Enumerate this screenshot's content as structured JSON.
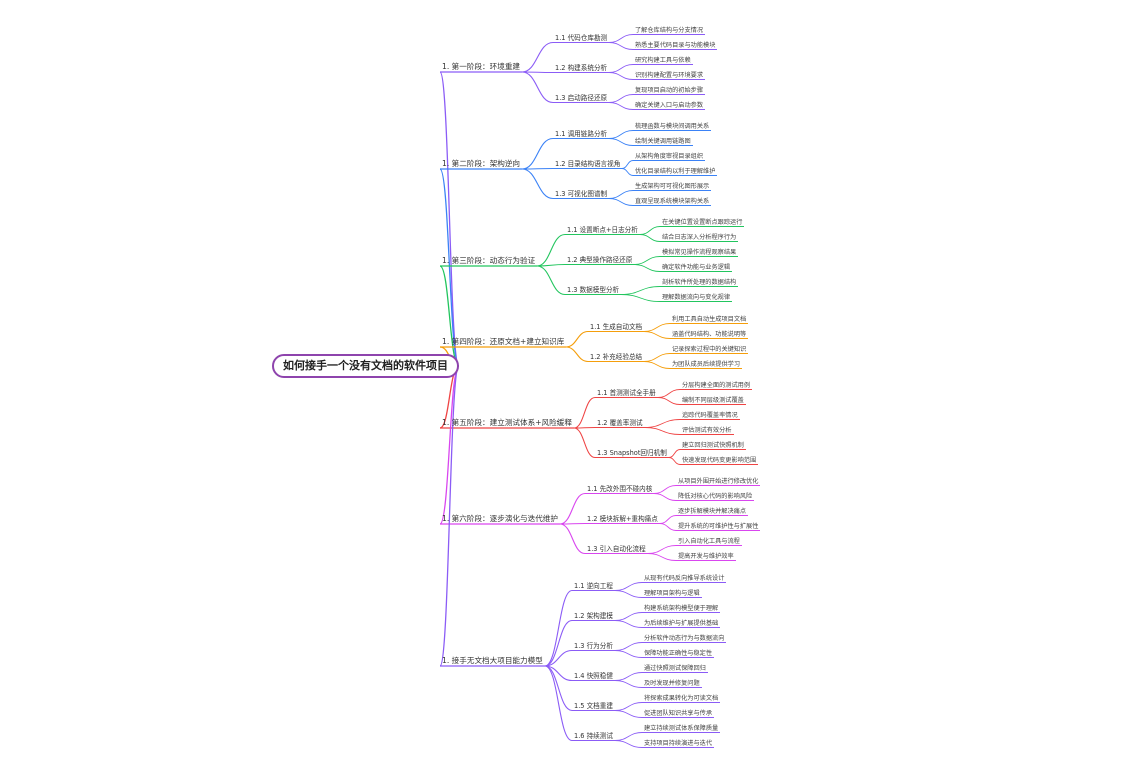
{
  "root": {
    "label": "如何接手一个没有文档的软件项目"
  },
  "branches": [
    {
      "label": "1. 第一阶段：环境重建",
      "color": "#8b5cf6",
      "children": [
        {
          "label": "1.1 代码仓库勘测",
          "leaves": [
            "了解仓库结构与分支情况",
            "熟悉主要代码目录与功能模块"
          ]
        },
        {
          "label": "1.2 构建系统分析",
          "leaves": [
            "研究构建工具与依赖",
            "识别构建配置与环境要求"
          ]
        },
        {
          "label": "1.3 启动路径还原",
          "leaves": [
            "复现项目启动的初始步骤",
            "确定关键入口与启动参数"
          ]
        }
      ]
    },
    {
      "label": "1. 第二阶段：架构逆向",
      "color": "#3b82f6",
      "children": [
        {
          "label": "1.1 调用链路分析",
          "leaves": [
            "梳理函数与模块间调用关系",
            "绘制关键调用链路图"
          ]
        },
        {
          "label": "1.2 目录结构语言视角",
          "leaves": [
            "从架构角度审视目录组织",
            "优化目录结构以利于理解维护"
          ]
        },
        {
          "label": "1.3 可视化图谱制",
          "leaves": [
            "生成架构可可视化图形展示",
            "直观呈现系统模块架构关系"
          ]
        }
      ]
    },
    {
      "label": "1. 第三阶段：动态行为验证",
      "color": "#22c55e",
      "children": [
        {
          "label": "1.1 设置断点+日志分析",
          "leaves": [
            "在关键位置设置断点跟踪运行",
            "结合日志深入分析程序行为"
          ]
        },
        {
          "label": "1.2 典型操作路径还原",
          "leaves": [
            "模拟常见操作流程观察结果",
            "确定软件功能与业务逻辑"
          ]
        },
        {
          "label": "1.3 数据模型分析",
          "leaves": [
            "剖析软件所处理的数据结构",
            "理解数据流向与变化规律"
          ]
        }
      ]
    },
    {
      "label": "1. 第四阶段：还原文档+建立知识库",
      "color": "#f59e0b",
      "children": [
        {
          "label": "1.1 生成自动文档",
          "leaves": [
            "利用工具自动生成项目文档",
            "涵盖代码结构、功能说明等"
          ]
        },
        {
          "label": "1.2 补充经验总结",
          "leaves": [
            "记录探索过程中的关键知识",
            "为团队成员后续提供学习"
          ]
        }
      ]
    },
    {
      "label": "1. 第五阶段：建立测试体系+风险缓释",
      "color": "#ef4444",
      "children": [
        {
          "label": "1.1 首测测试全手册",
          "leaves": [
            "分层构建全面的测试用例",
            "编制不同层级测试覆盖"
          ]
        },
        {
          "label": "1.2 覆盖率测试",
          "leaves": [
            "追踪代码覆盖率情况",
            "评估测试有效分析"
          ]
        },
        {
          "label": "1.3 Snapshot回归机制",
          "leaves": [
            "建立回归测试快照机制",
            "快速发现代码变更影响范围"
          ]
        }
      ]
    },
    {
      "label": "1. 第六阶段：逐步演化与迭代维护",
      "color": "#d946ef",
      "children": [
        {
          "label": "1.1 先改外围不碰内核",
          "leaves": [
            "从项目外围开始进行修改优化",
            "降低对核心代码的影响风险"
          ]
        },
        {
          "label": "1.2 模块拆解+重构痛点",
          "leaves": [
            "逐步拆解模块并解决痛点",
            "提升系统的可维护性与扩展性"
          ]
        },
        {
          "label": "1.3 引入自动化流程",
          "leaves": [
            "引入自动化工具与流程",
            "提高开发与维护效率"
          ]
        }
      ]
    },
    {
      "label": "1. 接手无文档大项目能力模型",
      "color": "#8b5cf6",
      "children": [
        {
          "label": "1.1 逆向工程",
          "leaves": [
            "从现有代码反向推导系统设计",
            "理解项目架构与逻辑"
          ]
        },
        {
          "label": "1.2 架构建模",
          "leaves": [
            "构建系统架构模型便于理解",
            "为后续维护与扩展提供基础"
          ]
        },
        {
          "label": "1.3 行为分析",
          "leaves": [
            "分析软件动态行为与数据流向",
            "保障功能正确性与稳定性"
          ]
        },
        {
          "label": "1.4 快照稳健",
          "leaves": [
            "通过快照测试保障回归",
            "及时发现并修复问题"
          ]
        },
        {
          "label": "1.5 文档重建",
          "leaves": [
            "将探索成果转化为可读文档",
            "促进团队知识共享与传承"
          ]
        },
        {
          "label": "1.6 持续测试",
          "leaves": [
            "建立持续测试体系保障质量",
            "支持项目持续演进与迭代"
          ]
        }
      ]
    }
  ]
}
